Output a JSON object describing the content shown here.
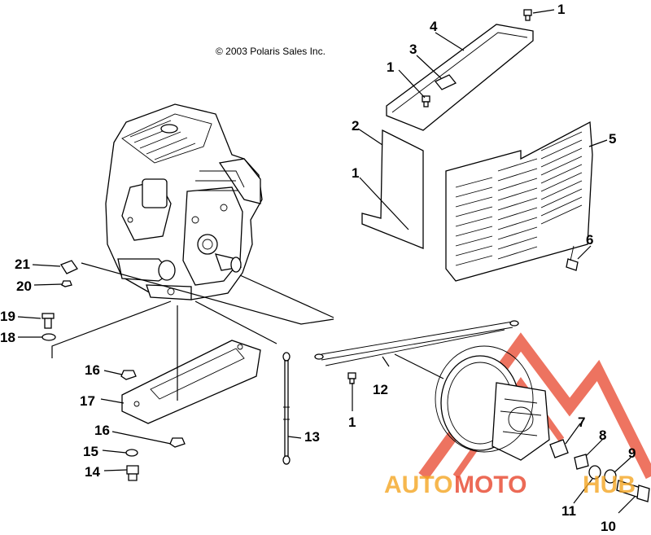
{
  "copyright": "© 2003 Polaris Sales Inc.",
  "watermark": {
    "part1": "AUTO",
    "part2": "MOTO",
    "part3": "HUB",
    "colors": {
      "auto": "#f5a623",
      "moto": "#e8452c",
      "hub": "#f5a623",
      "triangle": "#e8452c"
    }
  },
  "callouts": {
    "c1a": "1",
    "c1b": "1",
    "c1c": "1",
    "c1d": "1",
    "c2": "2",
    "c3": "3",
    "c4": "4",
    "c5": "5",
    "c6": "6",
    "c7": "7",
    "c8": "8",
    "c9": "9",
    "c10": "10",
    "c11": "11",
    "c12": "12",
    "c13": "13",
    "c14": "14",
    "c15": "15",
    "c16a": "16",
    "c16b": "16",
    "c17": "17",
    "c18": "18",
    "c19": "19",
    "c20": "20",
    "c21": "21"
  }
}
